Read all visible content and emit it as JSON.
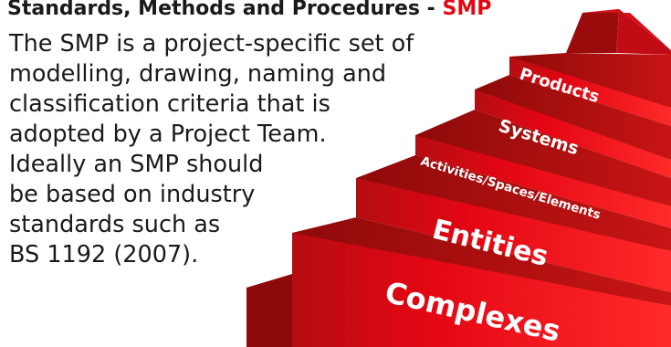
{
  "header": {
    "title": "Standards, Methods and Procedures - ",
    "accent": "SMP"
  },
  "description": {
    "lines": [
      "The SMP is a project-specific set of",
      "modelling, drawing, naming and",
      "classification criteria that is",
      "adopted by a Project Team.",
      "Ideally an SMP should",
      "be based on industry",
      "standards such as",
      "BS 1192 (2007)."
    ]
  },
  "pyramid": {
    "steps": [
      {
        "label": "Products"
      },
      {
        "label": "Systems"
      },
      {
        "label": "Activities/Spaces/Elements"
      },
      {
        "label": "Entities"
      },
      {
        "label": "Complexes"
      }
    ]
  },
  "colors": {
    "accent": "#e30613",
    "text": "#1a1a1a",
    "step_front": "#e30613",
    "step_top": "#b80e0e",
    "step_dark": "#7a0a0a"
  }
}
